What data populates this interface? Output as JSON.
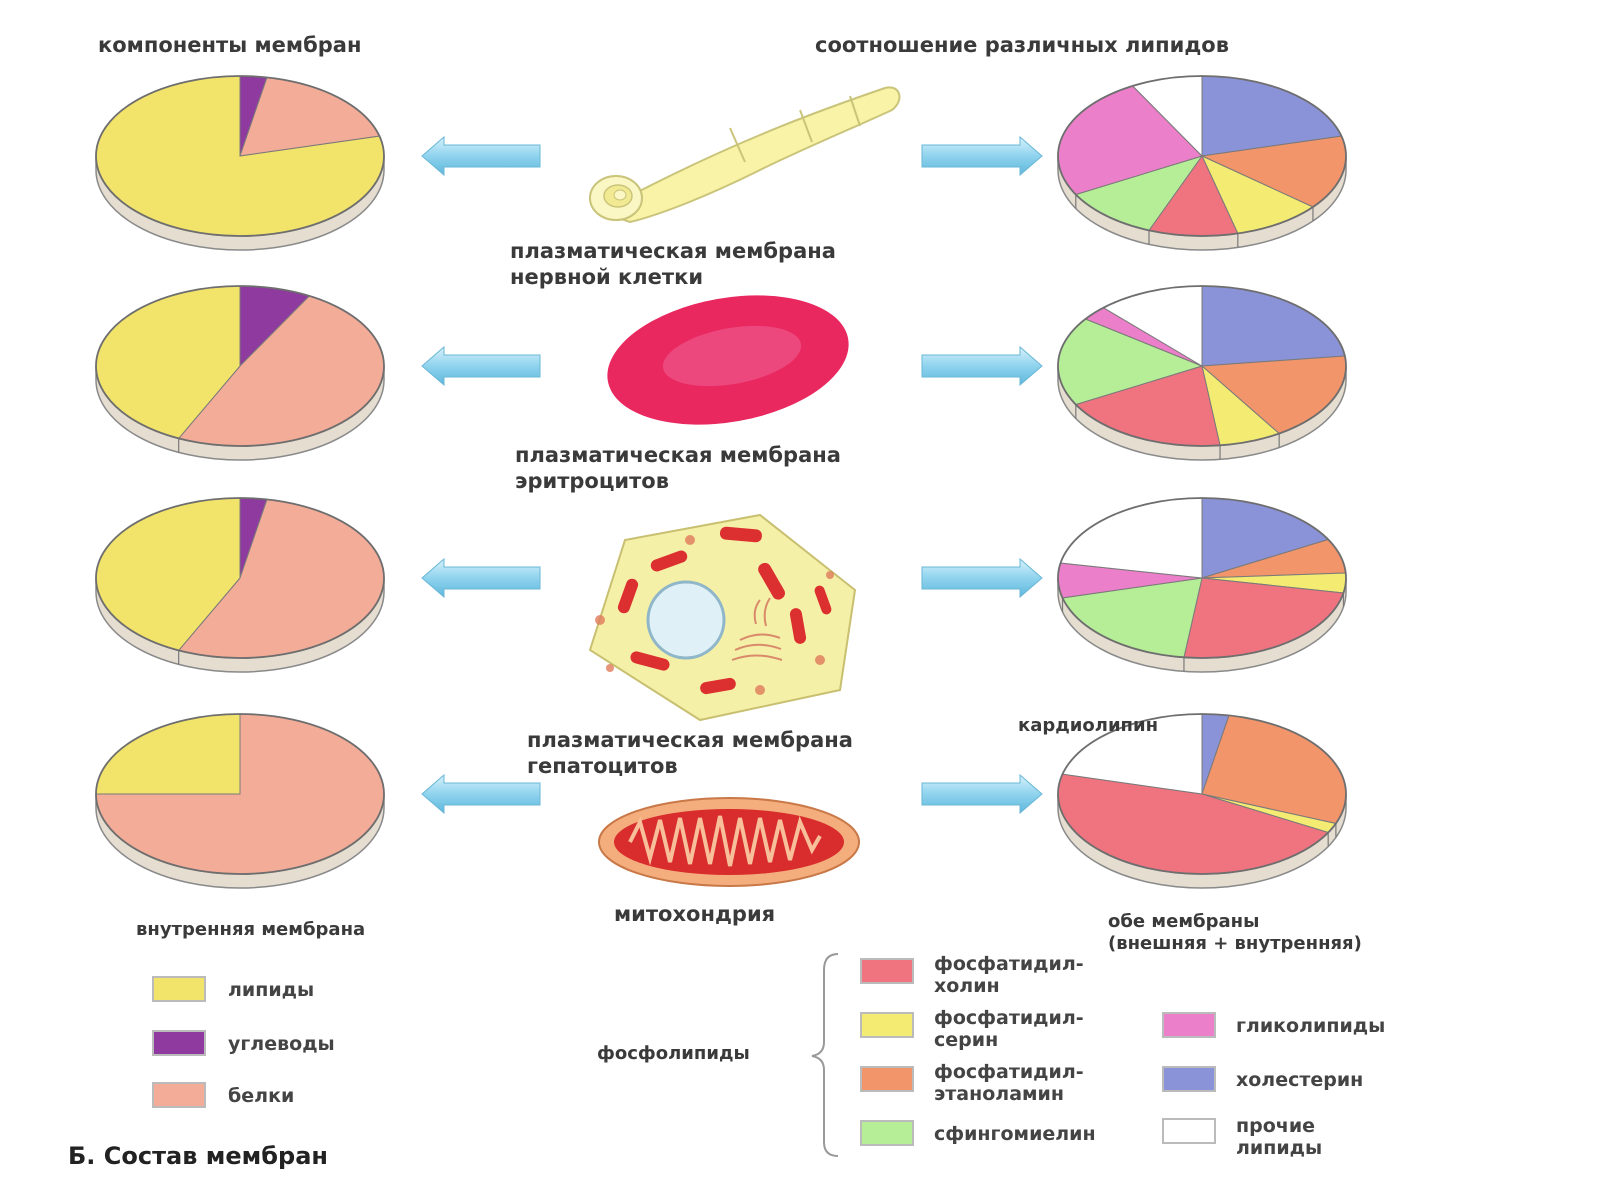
{
  "headings": {
    "components": "компоненты мембран",
    "ratio": "соотношение различных липидов"
  },
  "cells": [
    {
      "label_line1": "плазматическая мембрана",
      "label_line2": "нервной клетки"
    },
    {
      "label_line1": "плазматическая мембрана",
      "label_line2": "эритроцитов"
    },
    {
      "label_line1": "плазматическая мембрана",
      "label_line2": "гепатоцитов"
    },
    {
      "label": "митохондрия"
    }
  ],
  "labels": {
    "inner_membrane": "внутренняя мембрана",
    "cardiolipin": "кардиолипин",
    "both_line1": "обе мембраны",
    "both_line2": "(внешняя + внутренняя)",
    "phospholipids": "фосфолипиды"
  },
  "title": "Б. Состав мембран",
  "legend_components": [
    {
      "key": "lipids",
      "label": "липиды",
      "color": "#f2e36a"
    },
    {
      "key": "carbs",
      "label": "углеводы",
      "color": "#8e3a9e"
    },
    {
      "key": "proteins",
      "label": "белки",
      "color": "#f3ac98"
    }
  ],
  "legend_lipids": [
    {
      "key": "pc",
      "line1": "фосфатидил-",
      "line2": "холин",
      "color": "#ef7480"
    },
    {
      "key": "ps",
      "line1": "фосфатидил-",
      "line2": "серин",
      "color": "#f4ec72"
    },
    {
      "key": "pe",
      "line1": "фосфатидил-",
      "line2": "этаноламин",
      "color": "#f2956a"
    },
    {
      "key": "sm",
      "line1": "сфингомиелин",
      "line2": "",
      "color": "#b6ee98"
    },
    {
      "key": "gl",
      "line1": "гликолипиды",
      "line2": "",
      "color": "#ec7fc9"
    },
    {
      "key": "ch",
      "line1": "холестерин",
      "line2": "",
      "color": "#8b93d8"
    },
    {
      "key": "ot",
      "line1": "прочие",
      "line2": "липиды",
      "color": "#ffffff"
    }
  ],
  "chart_data": [
    {
      "type": "pie",
      "cell": "нервная клетка",
      "kind": "components",
      "slices": [
        {
          "key": "carbs",
          "value": 3
        },
        {
          "key": "proteins",
          "value": 18
        },
        {
          "key": "lipids",
          "value": 79
        }
      ]
    },
    {
      "type": "pie",
      "cell": "эритроциты",
      "kind": "components",
      "slices": [
        {
          "key": "carbs",
          "value": 8
        },
        {
          "key": "proteins",
          "value": 49
        },
        {
          "key": "lipids",
          "value": 43
        }
      ]
    },
    {
      "type": "pie",
      "cell": "гепатоциты",
      "kind": "components",
      "slices": [
        {
          "key": "carbs",
          "value": 3
        },
        {
          "key": "proteins",
          "value": 54
        },
        {
          "key": "lipids",
          "value": 43
        }
      ]
    },
    {
      "type": "pie",
      "cell": "митохондрия, внутренняя мембрана",
      "kind": "components",
      "slices": [
        {
          "key": "proteins",
          "value": 75
        },
        {
          "key": "lipids",
          "value": 25
        }
      ]
    },
    {
      "type": "pie",
      "cell": "нервная клетка",
      "kind": "lipids",
      "slices": [
        {
          "key": "ch",
          "value": 21
        },
        {
          "key": "pe",
          "value": 15
        },
        {
          "key": "ps",
          "value": 10
        },
        {
          "key": "pc",
          "value": 10
        },
        {
          "key": "sm",
          "value": 11
        },
        {
          "key": "gl",
          "value": 25
        },
        {
          "key": "ot",
          "value": 8
        }
      ]
    },
    {
      "type": "pie",
      "cell": "эритроциты",
      "kind": "lipids",
      "slices": [
        {
          "key": "ch",
          "value": 23
        },
        {
          "key": "pe",
          "value": 18
        },
        {
          "key": "ps",
          "value": 7
        },
        {
          "key": "pc",
          "value": 19
        },
        {
          "key": "sm",
          "value": 18
        },
        {
          "key": "gl",
          "value": 3
        },
        {
          "key": "ot",
          "value": 12
        }
      ]
    },
    {
      "type": "pie",
      "cell": "гепатоциты",
      "kind": "lipids",
      "slices": [
        {
          "key": "ch",
          "value": 17
        },
        {
          "key": "pe",
          "value": 7
        },
        {
          "key": "ps",
          "value": 4
        },
        {
          "key": "pc",
          "value": 24
        },
        {
          "key": "sm",
          "value": 19
        },
        {
          "key": "gl",
          "value": 7
        },
        {
          "key": "ot",
          "value": 22
        }
      ]
    },
    {
      "type": "pie",
      "cell": "митохондрия, обе мембраны",
      "kind": "lipids",
      "slices": [
        {
          "key": "ch",
          "value": 3
        },
        {
          "key": "pe",
          "value": 28
        },
        {
          "key": "ps",
          "value": 2
        },
        {
          "key": "pc",
          "value": 46
        },
        {
          "key": "ot",
          "value": 21
        }
      ]
    }
  ]
}
